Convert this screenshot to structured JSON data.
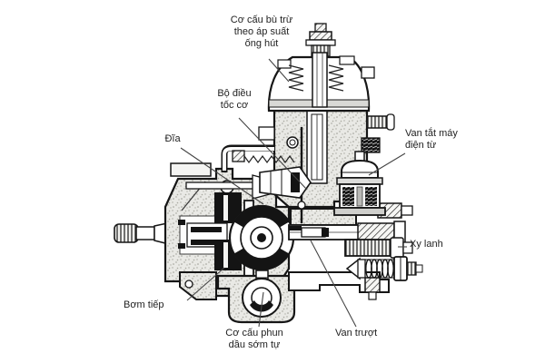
{
  "diagram": {
    "kind": "technical cross-section illustration (black-and-white fuel injection pump)",
    "background_color": "#ffffff",
    "ink_color": "#1a1a1a",
    "label_color": "#1f1f1f",
    "labels": {
      "compensator": {
        "lines": [
          "Cơ cấu bù trừ",
          "theo áp suất",
          "ống hút"
        ]
      },
      "governor": {
        "lines": [
          "Bộ điều",
          "tốc cơ"
        ]
      },
      "disc": {
        "lines": [
          "Đĩa"
        ]
      },
      "solenoid": {
        "lines": [
          "Van tắt máy",
          "điện từ"
        ]
      },
      "cylinder": {
        "lines": [
          "Xy lanh"
        ]
      },
      "feed_pump": {
        "lines": [
          "Bơm tiếp"
        ]
      },
      "timing_advance": {
        "lines": [
          "Cơ cấu phun",
          "dầu sớm tự"
        ]
      },
      "slide_valve": {
        "lines": [
          "Van trượt"
        ]
      }
    }
  }
}
